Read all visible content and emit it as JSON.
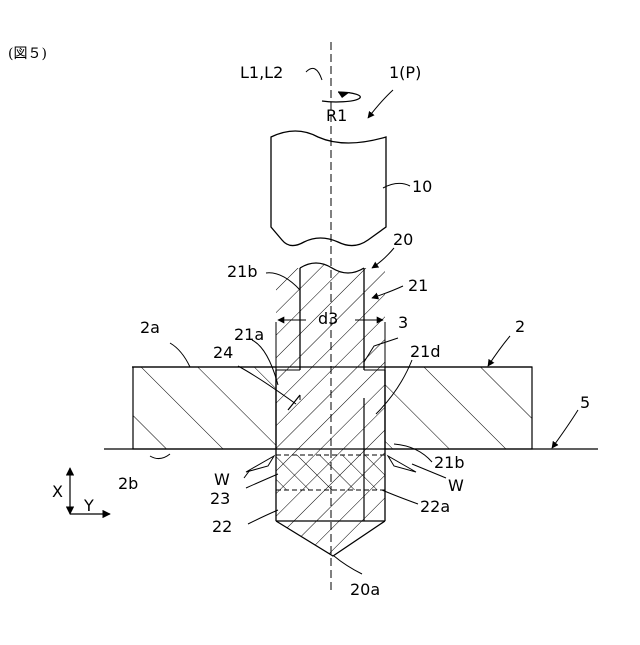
{
  "figure": {
    "number": "(図５)"
  },
  "labels": {
    "axis": "L1,L2",
    "rotation": "R1",
    "tool": "1(P)",
    "shank": "10",
    "bit": "20",
    "bit_tip": "20a",
    "body": "21",
    "body_upper": "21b",
    "body_lower_right": "21b",
    "groove_left": "21a",
    "groove_right": "21d",
    "diameter": "d3",
    "hole": "3",
    "plate": "2",
    "plate_top": "2a",
    "plate_bottom": "2b",
    "chamfer": "24",
    "backing": "5",
    "chip_left": "W",
    "chip_right": "W",
    "burr_zone": "23",
    "cutting_part": "22",
    "cutting_edge": "22a",
    "axis_x": "X",
    "axis_y": "Y"
  }
}
